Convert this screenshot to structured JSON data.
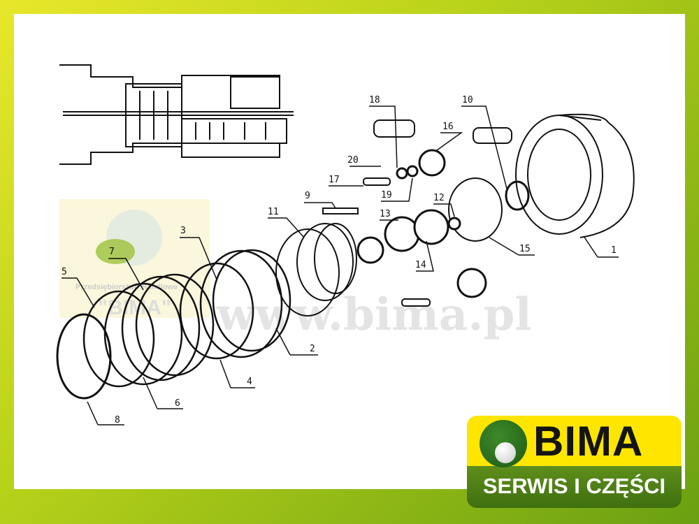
{
  "watermark": {
    "url": "www.bima.pl",
    "company_line": "Przedsiębiorstwo Handlowe",
    "company_name": "\"BIMA\""
  },
  "logo": {
    "brand": "BIMA",
    "tagline": "SERWIS I CZĘŚCI"
  },
  "part_labels": [
    "1",
    "2",
    "3",
    "4",
    "5",
    "6",
    "7",
    "8",
    "9",
    "10",
    "11",
    "12",
    "13",
    "14",
    "15",
    "16",
    "17",
    "18",
    "19",
    "20"
  ],
  "colors": {
    "frame_yellow": "#e8e72a",
    "frame_green": "#6aa012",
    "logo_yellow": "#ffe600",
    "logo_green": "#4d7f15"
  }
}
